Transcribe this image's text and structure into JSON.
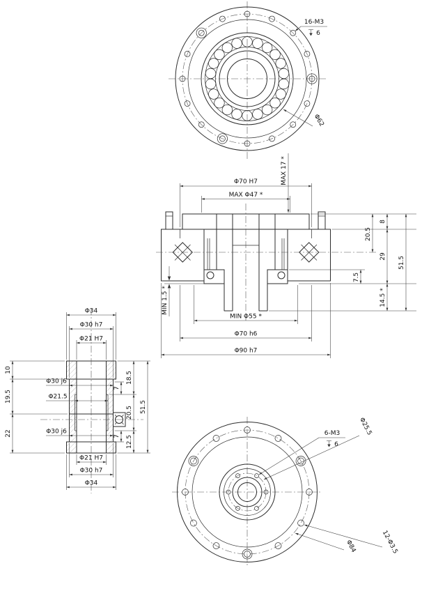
{
  "top_view": {
    "thread_callout": "16-M3",
    "thread_depth": "6",
    "bearing_od": "Φ62"
  },
  "section_view": {
    "dia_top": "Φ70 H7",
    "max_dia": "MAX Φ47 *",
    "max_depth": "MAX 17 *",
    "dim_20_5": "20.5",
    "dim_8": "8",
    "dim_29": "29",
    "dim_14_5": "14.5 *",
    "dim_51_5": "51.5",
    "dim_7_5": "7.5",
    "min_clearance": "MIN 1.5 *",
    "min_dia": "MIN Φ55 *",
    "dia_bottom_h6": "Φ70 h6",
    "dia_bottom_h7": "Φ90 h7"
  },
  "side_view": {
    "dia_34_top": "Φ34",
    "dia_30_h7_top": "Φ30 h7",
    "dia_21_H7_top": "Φ21 H7",
    "dia_30_j6_upper": "Φ30 j6",
    "dia_21_5": "Φ21.5",
    "dia_30_j6_lower": "Φ30 j6",
    "dia_21_H7_bottom": "Φ21 H7",
    "dia_30_h7_bottom": "Φ30 h7",
    "dia_34_bottom": "Φ34",
    "dim_10": "10",
    "dim_19_5": "19.5",
    "dim_22": "22",
    "dim_18_5": "18.5",
    "dim_7_upper": "7",
    "dim_20_5": "20.5",
    "dim_12_5": "12.5",
    "dim_7_lower": "7",
    "dim_51_5": "51.5"
  },
  "bottom_view": {
    "thread_callout": "6-M3",
    "thread_depth": "6",
    "pitch_circle": "Φ25.5",
    "holes_callout": "12-Φ3.5",
    "bolt_circle": "Φ84"
  }
}
